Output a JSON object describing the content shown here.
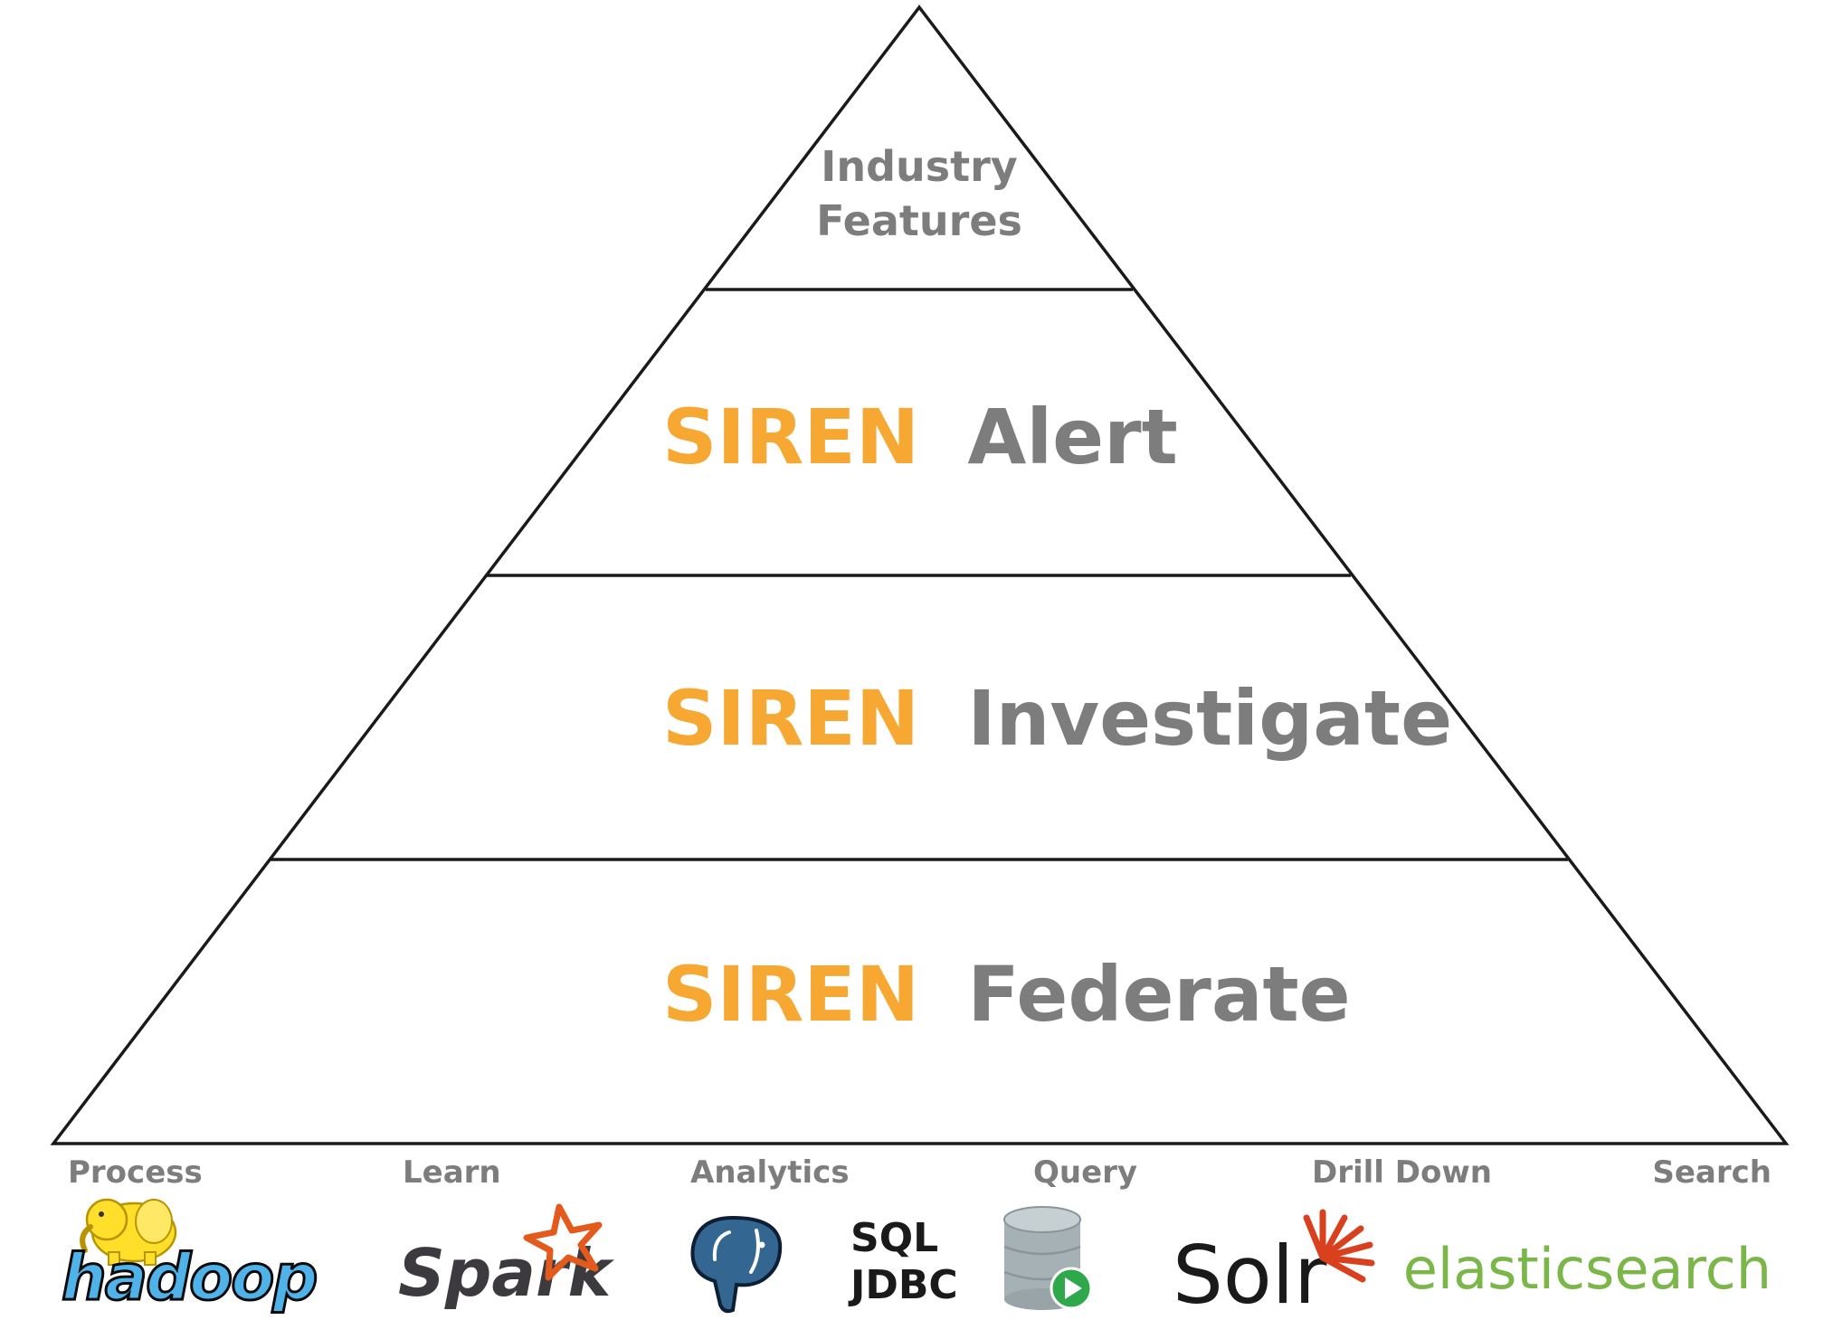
{
  "pyramid": {
    "top": {
      "line1": "Industry",
      "line2": "Features"
    },
    "tiers": [
      {
        "brand": "SIREN",
        "name": "Alert"
      },
      {
        "brand": "SIREN",
        "name": "Investigate"
      },
      {
        "brand": "SIREN",
        "name": "Federate"
      }
    ]
  },
  "capabilities": [
    "Process",
    "Learn",
    "Analytics",
    "Query",
    "Drill Down",
    "Search"
  ],
  "logos": {
    "hadoop": "hadoop",
    "spark": "Spark",
    "sql": "SQL",
    "jdbc": "JDBC",
    "solr": "Solr",
    "elasticsearch": "elasticsearch"
  },
  "colors": {
    "brand": "#f6a833",
    "label": "#7d7d7d",
    "hadoop": "#4fb2e8",
    "spark": "#e25a1c",
    "postgres": "#336791",
    "solr": "#d9411e",
    "elasticsearch": "#7ab648"
  },
  "icons": [
    "hadoop-elephant-icon",
    "spark-star-icon",
    "postgresql-elephant-icon",
    "database-play-icon",
    "solr-sun-icon"
  ]
}
